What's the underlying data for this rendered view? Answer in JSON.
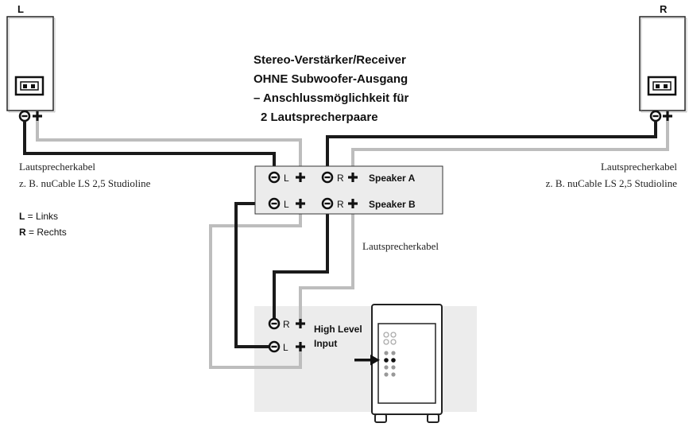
{
  "speakers": {
    "left": {
      "label": "L"
    },
    "right": {
      "label": "R"
    }
  },
  "title": {
    "line1": "Stereo-Verstärker/Receiver",
    "line2": "OHNE Subwoofer-Ausgang",
    "line3": "– Anschlussmöglichkeit für",
    "line4": "2 Lautsprecherpaare"
  },
  "cable_left": {
    "line1": "Lautsprecherkabel",
    "line2": "z. B. nuCable LS 2,5 Studioline"
  },
  "cable_right": {
    "line1": "Lautsprecherkabel",
    "line2": "z. B. nuCable LS 2,5 Studioline"
  },
  "cable_middle": "Lautsprecherkabel",
  "legend": {
    "l_key": "L",
    "l_text": " = Links",
    "r_key": "R",
    "r_text": " = Rechts"
  },
  "amplifier": {
    "speaker_a": "Speaker A",
    "speaker_b": "Speaker B",
    "l": "L",
    "r": "R"
  },
  "subwoofer": {
    "input_line1": "High Level",
    "input_line2": "Input",
    "r": "R",
    "l": "L"
  },
  "colors": {
    "cable_black": "#1a1a1a",
    "cable_gray": "#bdbdbd",
    "box_fill": "#ececec",
    "box_stroke": "#333333"
  }
}
